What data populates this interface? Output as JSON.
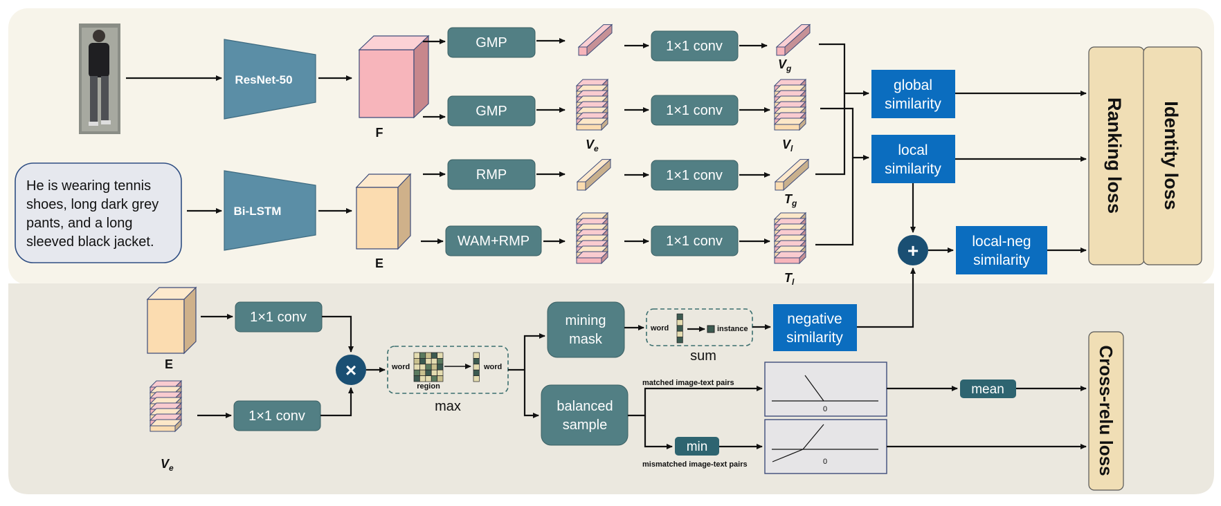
{
  "modules": {
    "resnet": "ResNet-50",
    "bilstm": "Bi-LSTM",
    "gmp1": "GMP",
    "gmp2": "GMP",
    "rmp": "RMP",
    "wam_rmp": "WAM+RMP",
    "conv": "1×1 conv",
    "mining_mask": [
      "mining",
      "mask"
    ],
    "balanced_sample": [
      "balanced",
      "sample"
    ],
    "min": "min",
    "mean": "mean"
  },
  "caption_text": [
    "He is wearing tennis",
    "shoes, long dark grey",
    "pants, and a long",
    "sleeved black jacket."
  ],
  "symbols": {
    "F": "F",
    "E": "E",
    "Vg": "V",
    "Vg_sub": "g",
    "Ve": "V",
    "Ve_sub": "e",
    "Vl": "V",
    "Vl_sub": "l",
    "Tg": "T",
    "Tg_sub": "g",
    "Tl": "T",
    "Tl_sub": "l",
    "plus": "+",
    "times": "×"
  },
  "similarity": {
    "global": [
      "global",
      "similarity"
    ],
    "local": [
      "local",
      "similarity"
    ],
    "local_neg": [
      "local-neg",
      "similarity"
    ],
    "negative": [
      "negative",
      "similarity"
    ]
  },
  "losses": {
    "ranking": "Ranking loss",
    "identity": "Identity loss",
    "cross_relu": "Cross-relu loss"
  },
  "small_labels": {
    "word_left": "word",
    "region": "region",
    "word_right": "word",
    "max": "max",
    "word_mask": "word",
    "instance": "instance",
    "sum": "sum",
    "matched": "matched image-text pairs",
    "mismatched": "mismatched image-text pairs",
    "zero": "0"
  },
  "colors": {
    "top_bg": "#f7f4ea",
    "bottom_bg": "#ebe8df",
    "teal": "#527f84",
    "blue": "#0b6dbf",
    "pink": "#f7b5bb",
    "cream": "#fbdcb0",
    "loss_fill": "#f0deb5",
    "navy": "#1a4f73"
  }
}
